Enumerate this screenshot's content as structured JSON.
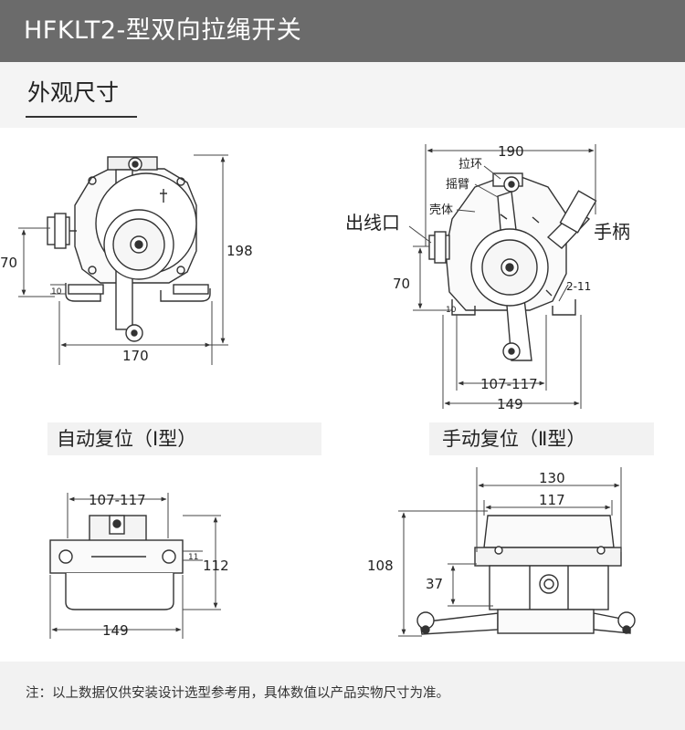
{
  "header": {
    "title": "HFKLT2-型双向拉绳开关"
  },
  "section": {
    "title": "外观尺寸"
  },
  "captions": {
    "auto_reset": "自动复位（Ⅰ型）",
    "manual_reset": "手动复位（Ⅱ型）"
  },
  "left_front": {
    "dim_height": "198",
    "dim_left": "70",
    "dim_bottom": "170",
    "dim_small": "10"
  },
  "right_front": {
    "dim_top": "190",
    "label_ring": "拉环",
    "label_arm": "摇臂",
    "label_shell": "壳体",
    "label_outlet": "出线口",
    "label_handle": "手柄",
    "dim_70": "70",
    "dim_10": "10",
    "dim_2_11": "2-11",
    "dim_107_117": "107-117",
    "dim_149": "149"
  },
  "left_top": {
    "dim_107_117": "107-117",
    "dim_11": "11",
    "dim_112": "112",
    "dim_149": "149"
  },
  "right_side": {
    "dim_130": "130",
    "dim_117": "117",
    "dim_108": "108",
    "dim_37": "37"
  },
  "footer": {
    "note": "注：以上数据仅供安装设计选型参考用，具体数值以产品实物尺寸为准。"
  }
}
